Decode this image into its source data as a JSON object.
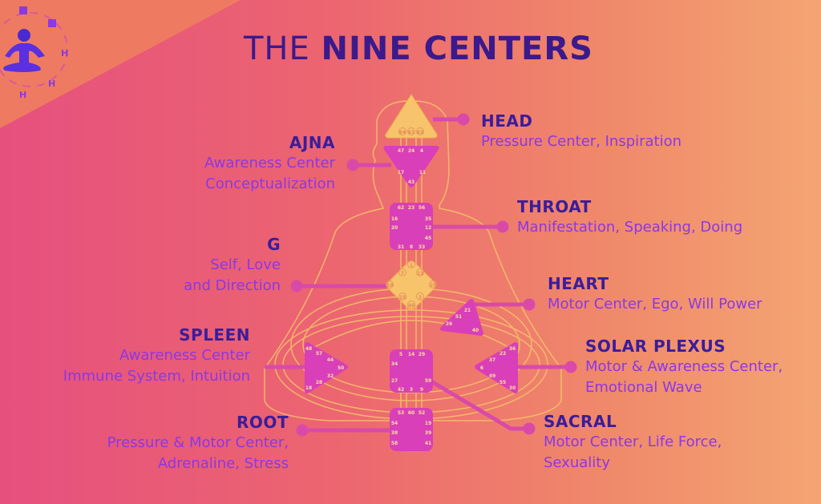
{
  "title": {
    "light": "THE",
    "bold": "NINE CENTERS"
  },
  "logo_name": "human design figure",
  "colors": {
    "title": "#3a1a8c",
    "desc": "#8b37e6",
    "magenta": "#d93fb8",
    "yellow": "#f7c46c",
    "line": "#f6c56a"
  },
  "centers": {
    "head": {
      "name": "HEAD",
      "lines": [
        "Pressure Center, Inspiration"
      ],
      "gates": [
        "64",
        "61",
        "63"
      ]
    },
    "ajna": {
      "name": "AJNA",
      "lines": [
        "Awareness Center",
        "Conceptualization"
      ],
      "gates": [
        "47",
        "24",
        "4",
        "17",
        "11",
        "43"
      ]
    },
    "throat": {
      "name": "THROAT",
      "lines": [
        "Manifestation, Speaking, Doing"
      ],
      "gates": [
        "62",
        "23",
        "56",
        "16",
        "35",
        "20",
        "12",
        "45",
        "31",
        "8",
        "33"
      ]
    },
    "g": {
      "name": "G",
      "lines": [
        "Self, Love",
        "and Direction"
      ],
      "gates": [
        "1",
        "7",
        "13",
        "10",
        "25",
        "15",
        "2",
        "46"
      ]
    },
    "heart": {
      "name": "HEART",
      "lines": [
        "Motor Center, Ego, Will Power"
      ],
      "gates": [
        "21",
        "51",
        "26",
        "40"
      ]
    },
    "spleen": {
      "name": "SPLEEN",
      "lines": [
        "Awareness Center",
        "Immune System, Intuition"
      ],
      "gates": [
        "48",
        "57",
        "44",
        "50",
        "32",
        "28",
        "18"
      ]
    },
    "solar": {
      "name": "SOLAR PLEXUS",
      "lines": [
        "Motor & Awareness Center,",
        "Emotional Wave"
      ],
      "gates": [
        "36",
        "22",
        "37",
        "6",
        "49",
        "55",
        "30"
      ]
    },
    "root": {
      "name": "ROOT",
      "lines": [
        "Pressure & Motor Center,",
        "Adrenaline, Stress"
      ],
      "gates": [
        "53",
        "60",
        "52",
        "54",
        "19",
        "38",
        "39",
        "58",
        "41"
      ]
    },
    "sacral": {
      "name": "SACRAL",
      "lines": [
        "Motor Center, Life Force,",
        "Sexuality"
      ],
      "gates": [
        "5",
        "14",
        "29",
        "34",
        "27",
        "59",
        "42",
        "3",
        "9"
      ]
    }
  }
}
